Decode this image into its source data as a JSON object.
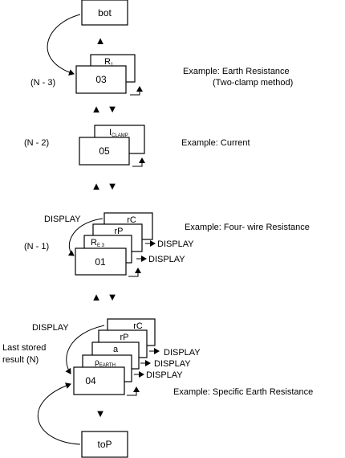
{
  "top_box": "bot",
  "bottom_box": "toP",
  "groups": [
    {
      "step": "(N - 3)",
      "screen": "03",
      "tab": "R",
      "tab_sub": "1",
      "example": "Example: Earth Resistance",
      "example_note": "(Two-clamp method)"
    },
    {
      "step": "(N - 2)",
      "screen": "05",
      "tab": "I",
      "tab_sub": "CLAMP",
      "example": "Example: Current"
    },
    {
      "step": "(N - 1)",
      "screen": "01",
      "tabs": [
        "rC",
        "rP"
      ],
      "tab_r": "R",
      "tab_r_sub": "E 3",
      "display_label": "DISPLAY",
      "display_right_1": "DISPLAY",
      "display_right_2": "DISPLAY",
      "example": "Example: Four- wire Resistance"
    },
    {
      "step_line1": "Last stored",
      "step_line2": "result (N)",
      "screen": "04",
      "tabs": [
        "rC",
        "rP",
        "a"
      ],
      "tab_rho": "ρ",
      "tab_rho_sub": "EARTH",
      "display_label": "DISPLAY",
      "display_right_1": "DISPLAY",
      "display_right_2": "DISPLAY",
      "display_right_3": "DISPLAY",
      "example": "Example: Specific Earth Resistance"
    }
  ],
  "arrows": {
    "up": "▲",
    "down": "▼"
  }
}
